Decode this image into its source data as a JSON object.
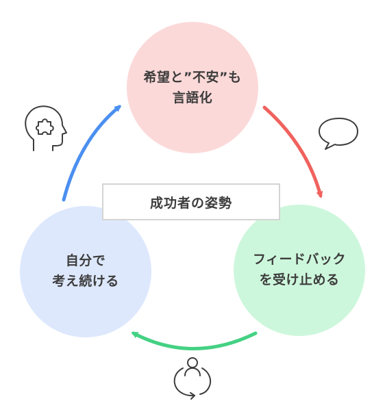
{
  "nodes": {
    "top": {
      "line1": "希望と”不安”も",
      "line2": "言語化",
      "color": "#fcd9d9"
    },
    "right": {
      "line1": "フィードバック",
      "line2": "を受け止める",
      "color": "#cdf7dc"
    },
    "left": {
      "line1": "自分で",
      "line2": "考え続ける",
      "color": "#dde8fd"
    }
  },
  "center": {
    "label": "成功者の姿勢"
  },
  "arrows": {
    "top_to_right": "#f0625e",
    "right_to_left": "#44d183",
    "left_to_top": "#4b8ff0"
  },
  "icons": [
    "head-puzzle-icon",
    "speech-bubble-icon",
    "person-cycle-icon"
  ]
}
